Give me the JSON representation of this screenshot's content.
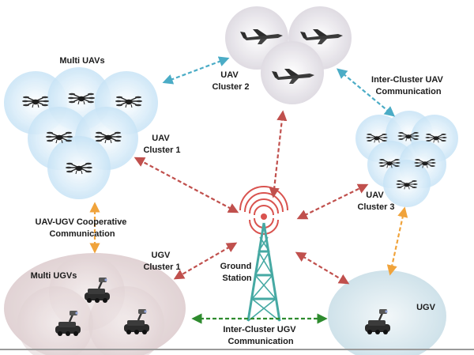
{
  "labels": {
    "multi_uavs": "Multi UAVs",
    "uav_cluster_1": [
      "UAV",
      "Cluster 1"
    ],
    "uav_cluster_2": [
      "UAV",
      "Cluster 2"
    ],
    "uav_cluster_3": [
      "UAV",
      "Cluster 3"
    ],
    "inter_cluster_uav": [
      "Inter-Cluster UAV",
      "Communication"
    ],
    "uav_ugv_coop": [
      "UAV-UGV Cooperative",
      "Communication"
    ],
    "ugv_cluster_1": [
      "UGV",
      "Cluster 1"
    ],
    "multi_ugvs": "Multi UGVs",
    "ground_station": [
      "Ground",
      "Station"
    ],
    "ugv": "UGV",
    "inter_cluster_ugv": [
      "Inter-Cluster UGV",
      "Communication"
    ]
  },
  "colors": {
    "uav_bubble": "#cfe8f8",
    "uav2_bubble": "#e6e3ea",
    "ugv_bubble": "#e4d8da",
    "ugv3_bubble": "#dce9ee",
    "link_red": "#c0504d",
    "link_blue": "#4bacc6",
    "link_orange": "#f0a33b",
    "link_green": "#2e8b2e",
    "tower": "#46a9a3",
    "signal": "#d9534f"
  }
}
